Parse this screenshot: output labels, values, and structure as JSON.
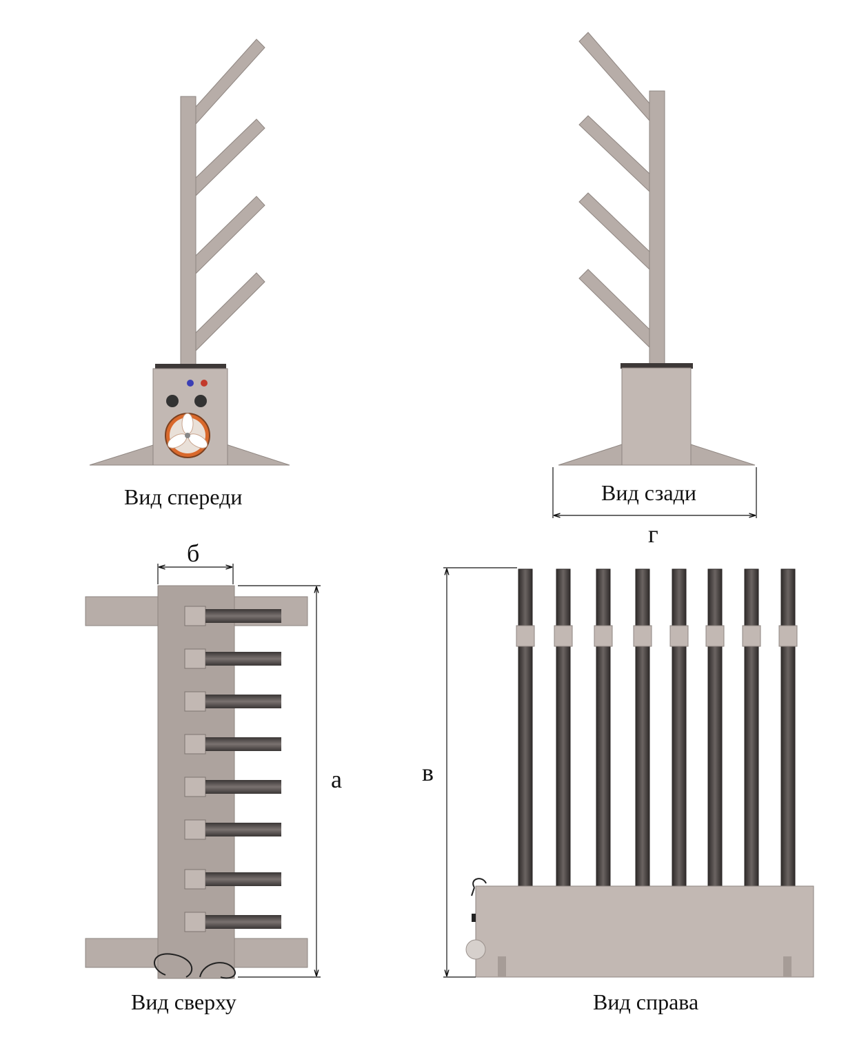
{
  "views": {
    "front": "Вид спереди",
    "back": "Вид сзади",
    "top": "Вид сверху",
    "right": "Вид справа"
  },
  "dimensions": {
    "a": "а",
    "b": "б",
    "v": "в",
    "g": "г"
  },
  "colors": {
    "metal": "#b7ada8",
    "metal_dark": "#9c928d",
    "tube_dark": "#4a4543",
    "fan_orange": "#d9692c",
    "knob_dark": "#333333",
    "blue_led": "#3b3fb5",
    "red_led": "#c23a2b",
    "line": "#111111"
  }
}
